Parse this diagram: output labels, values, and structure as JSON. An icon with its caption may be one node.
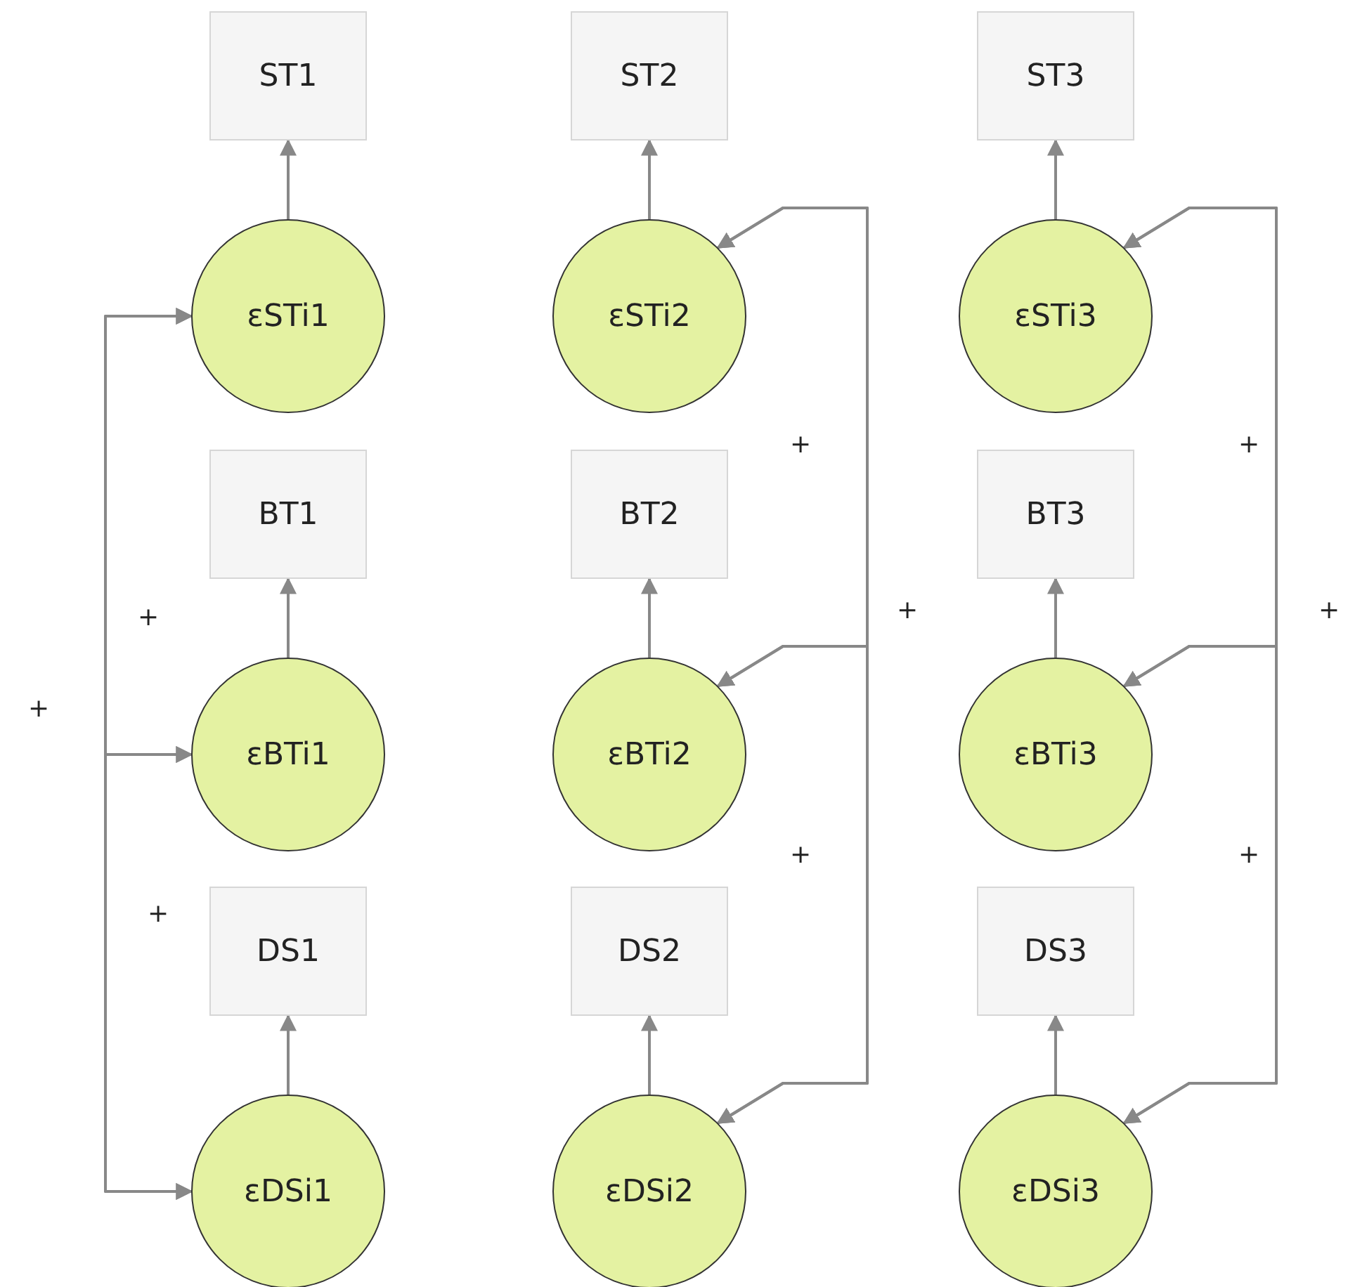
{
  "diagram": {
    "nodes": [
      {
        "text": [
          "ST1"
        ]
      },
      {
        "text": [
          "ST2"
        ]
      },
      {
        "text": [
          "ST3"
        ]
      },
      {
        "text": [
          "εSTi1"
        ]
      },
      {
        "text": [
          "εSTi2"
        ]
      },
      {
        "text": [
          "εSTi3"
        ]
      },
      {
        "text": [
          "BT1"
        ]
      },
      {
        "text": [
          "BT2"
        ]
      },
      {
        "text": [
          "BT3"
        ]
      },
      {
        "text": [
          "εBTi1"
        ]
      },
      {
        "text": [
          "εBTi2"
        ]
      },
      {
        "text": [
          "εBTi3"
        ]
      },
      {
        "text": [
          "DS1"
        ]
      },
      {
        "text": [
          "DS2"
        ]
      },
      {
        "text": [
          "DS3"
        ]
      },
      {
        "text": [
          "εDSi1"
        ]
      },
      {
        "text": [
          "εDSi2"
        ]
      },
      {
        "text": [
          "εDSi3"
        ]
      }
    ],
    "edges": [
      {
        "from": 3,
        "to": 0,
        "arrow": "to"
      },
      {
        "from": 4,
        "to": 1,
        "arrow": "to"
      },
      {
        "from": 5,
        "to": 2,
        "arrow": "to"
      },
      {
        "from": 9,
        "to": 6,
        "arrow": "to"
      },
      {
        "from": 10,
        "to": 7,
        "arrow": "to"
      },
      {
        "from": 11,
        "to": 8,
        "arrow": "to"
      },
      {
        "from": 15,
        "to": 12,
        "arrow": "to"
      },
      {
        "from": 16,
        "to": 13,
        "arrow": "to"
      },
      {
        "from": 17,
        "to": 14,
        "arrow": "to"
      },
      {
        "from": 3,
        "to": 9,
        "arrow": "both",
        "label": "+"
      },
      {
        "from": 9,
        "to": 15,
        "arrow": "both",
        "label": "+"
      },
      {
        "from": 3,
        "to": 15,
        "arrow": "both",
        "label": "+"
      },
      {
        "from": 4,
        "to": 10,
        "arrow": "both",
        "label": "+"
      },
      {
        "from": 10,
        "to": 16,
        "arrow": "both",
        "label": "+"
      },
      {
        "from": 4,
        "to": 16,
        "arrow": "both",
        "label": "+"
      },
      {
        "from": 5,
        "to": 11,
        "arrow": "both",
        "label": "+"
      },
      {
        "from": 11,
        "to": 17,
        "arrow": "both",
        "label": "+"
      },
      {
        "from": 5,
        "to": 17,
        "arrow": "both",
        "label": "+"
      }
    ]
  }
}
